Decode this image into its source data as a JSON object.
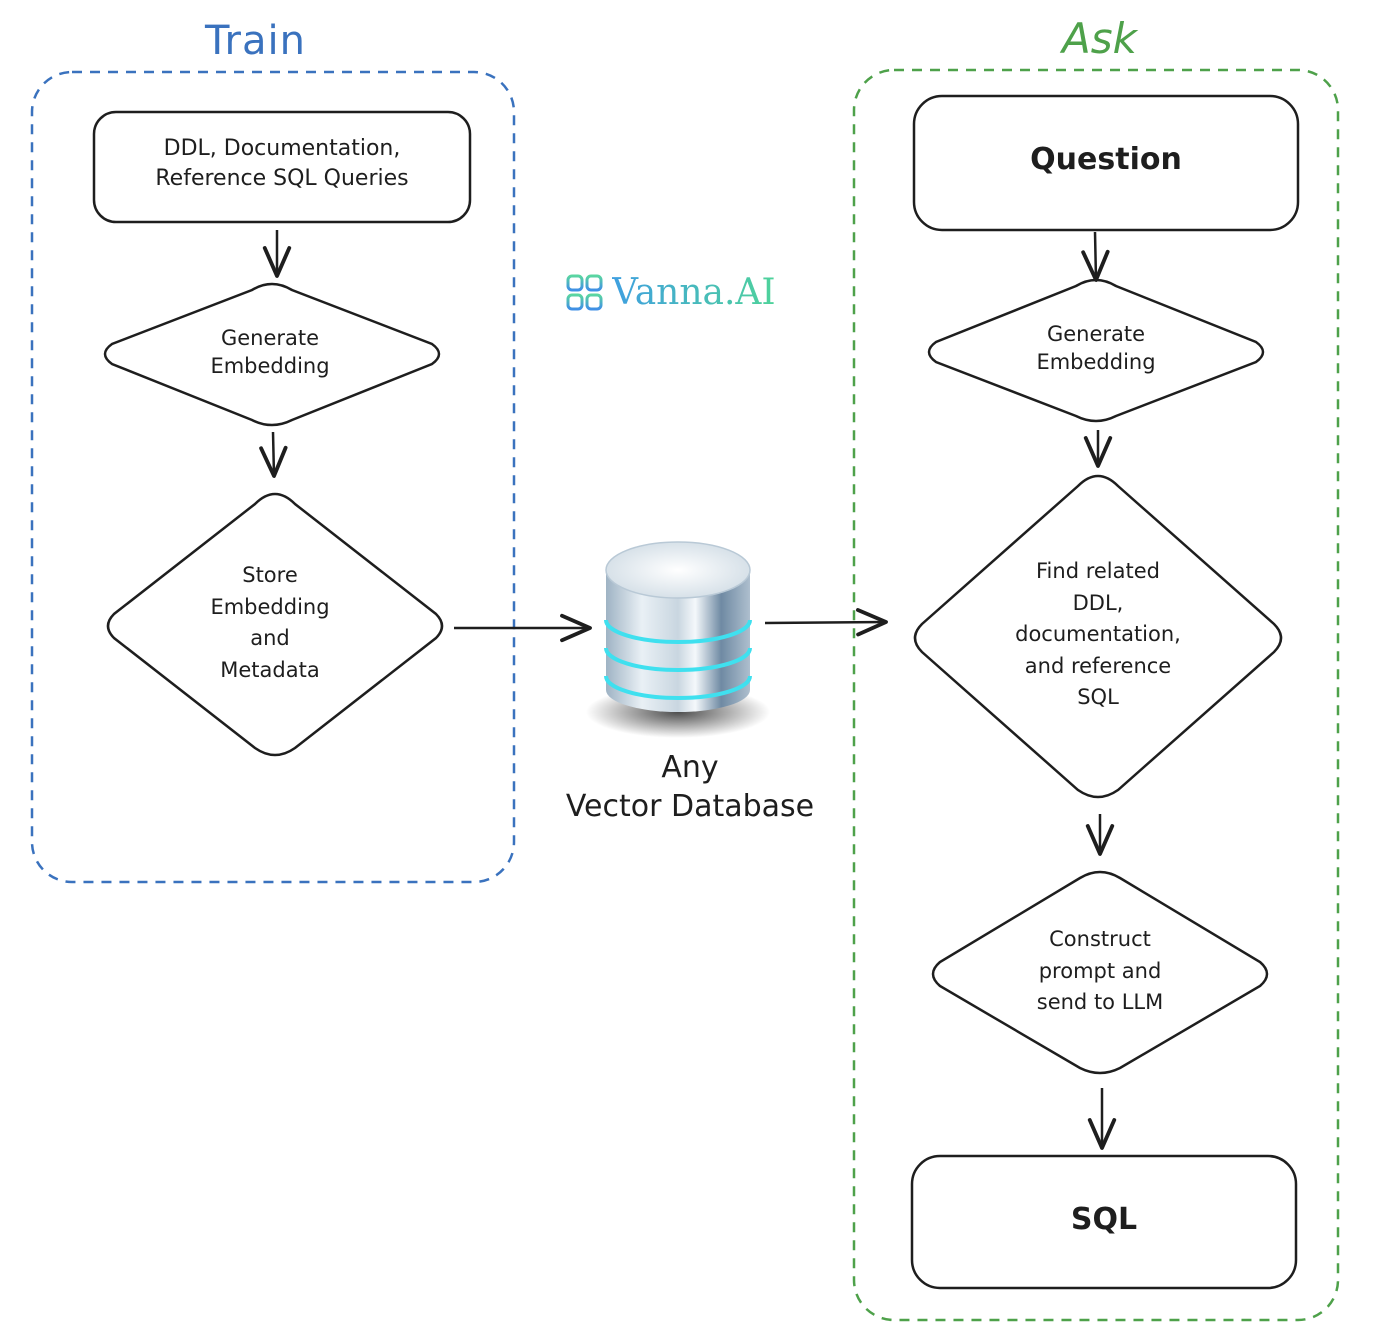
{
  "groups": {
    "train": {
      "title": "Train",
      "color": "#3a72be"
    },
    "ask": {
      "title": "Ask",
      "color": "#4ea14a"
    }
  },
  "brand": {
    "name": "Vanna.AI",
    "icon": "four-rounded-squares-logo",
    "gradient": [
      "#3f9fe0",
      "#4fd39a"
    ]
  },
  "database": {
    "icon": "database-cylinder-icon",
    "label_line1": "Any",
    "label_line2": "Vector Database"
  },
  "train_steps": [
    {
      "shape": "rounded-rect",
      "lines": [
        "DDL, Documentation,",
        "Reference SQL Queries"
      ]
    },
    {
      "shape": "diamond",
      "lines": [
        "Generate",
        "Embedding"
      ]
    },
    {
      "shape": "diamond",
      "lines": [
        "Store",
        "Embedding",
        "and",
        "Metadata"
      ]
    }
  ],
  "ask_steps": [
    {
      "shape": "rounded-rect",
      "lines": [
        "Question"
      ]
    },
    {
      "shape": "diamond",
      "lines": [
        "Generate",
        "Embedding"
      ]
    },
    {
      "shape": "diamond",
      "lines": [
        "Find related",
        "DDL,",
        "documentation,",
        "and reference",
        "SQL"
      ]
    },
    {
      "shape": "diamond",
      "lines": [
        "Construct",
        "prompt and",
        "send to LLM"
      ]
    },
    {
      "shape": "rounded-rect",
      "lines": [
        "SQL"
      ]
    }
  ]
}
